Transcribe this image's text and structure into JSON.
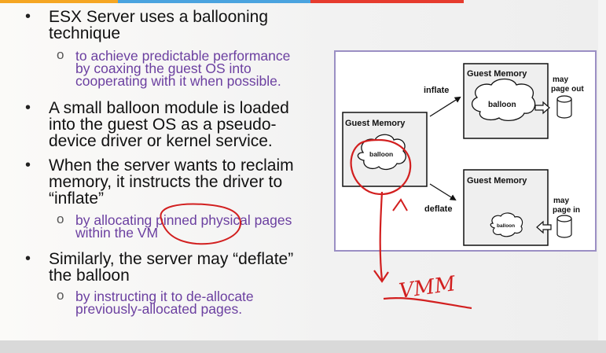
{
  "colors": {
    "topbar": [
      "#f5a623",
      "#4aa3df",
      "#e63b2e"
    ],
    "bullet_text": "#111111",
    "sub_text": "#6b3fa0",
    "frame": "#9b8fc4",
    "box_fill": "#f0f0f0",
    "ink": "#d21f1f"
  },
  "bullets": [
    {
      "text": [
        "ESX Server uses a ballooning",
        "technique"
      ]
    },
    {
      "text": [
        "to achieve predictable performance",
        "by coaxing the guest OS into",
        "cooperating with it when possible."
      ],
      "sub": true
    },
    {
      "text": [
        "A small balloon module is loaded",
        "into the guest OS as a pseudo-",
        "device driver or kernel service."
      ]
    },
    {
      "text": [
        "When the server wants to reclaim",
        "memory, it instructs the driver to",
        "“inflate”"
      ]
    },
    {
      "text": [
        "by allocating pinned physical pages",
        "within the VM"
      ],
      "sub": true
    },
    {
      "text": [
        "Similarly, the server may “deflate”",
        "the balloon"
      ]
    },
    {
      "text": [
        "by instructing it to de-allocate",
        "previously-allocated pages."
      ],
      "sub": true
    }
  ],
  "diagram": {
    "left_box_title": "Guest Memory",
    "left_balloon": "balloon",
    "inflate_label": "inflate",
    "deflate_label": "deflate",
    "top_box_title": "Guest Memory",
    "top_balloon": "balloon",
    "may_page_out": [
      "may",
      "page out"
    ],
    "bottom_box_title": "Guest Memory",
    "bottom_balloon": "balloon",
    "may_page_in": [
      "may",
      "page in"
    ]
  },
  "handwriting": {
    "text": "VMM"
  }
}
